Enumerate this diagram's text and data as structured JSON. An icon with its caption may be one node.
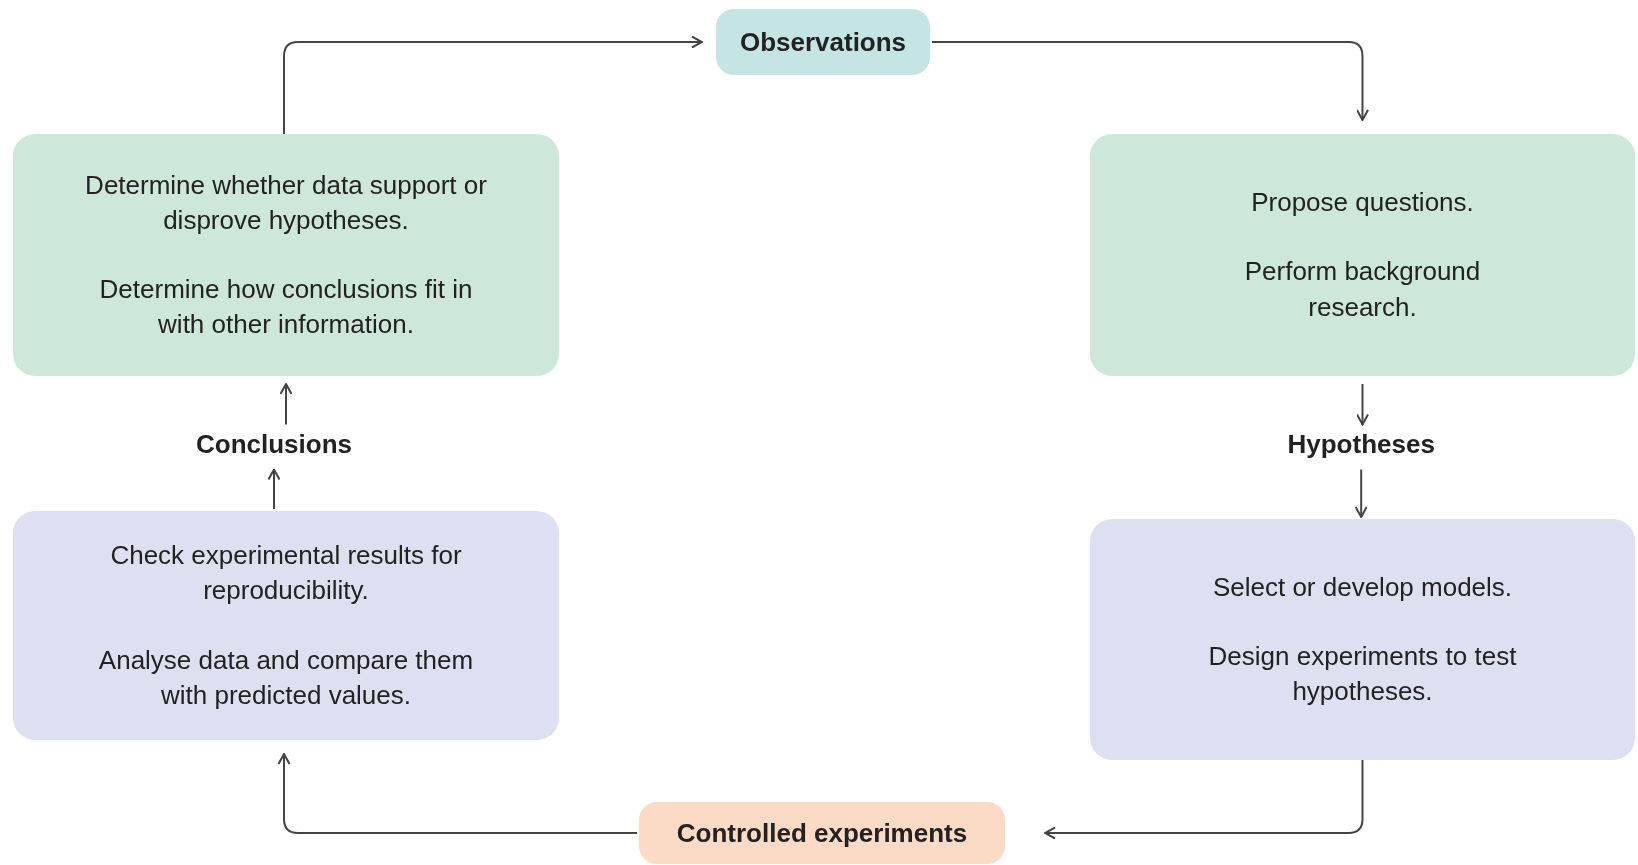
{
  "diagram": {
    "nodes": [
      {
        "text": [
          "Observations"
        ]
      },
      {
        "text": [
          "Propose questions.",
          "Perform background research."
        ]
      },
      {
        "text": [
          "Hypotheses"
        ]
      },
      {
        "text": [
          "Select or develop models.",
          "Design experiments to test hypotheses."
        ]
      },
      {
        "text": [
          "Controlled experiments"
        ]
      },
      {
        "text": [
          "Check experimental results for reproducibility.",
          "Analyse data and compare them with predicted values."
        ]
      },
      {
        "text": [
          "Conclusions"
        ]
      },
      {
        "text": [
          "Determine whether data support or disprove hypotheses.",
          "Determine how conclusions fit in with other information."
        ]
      }
    ],
    "edges": [
      {
        "from": 7,
        "to": 0,
        "arrow": "to"
      },
      {
        "from": 0,
        "to": 1,
        "arrow": "to"
      },
      {
        "from": 1,
        "to": 2,
        "arrow": "to"
      },
      {
        "from": 2,
        "to": 3,
        "arrow": "to"
      },
      {
        "from": 3,
        "to": 4,
        "arrow": "to"
      },
      {
        "from": 4,
        "to": 5,
        "arrow": "to"
      },
      {
        "from": 5,
        "to": 6,
        "arrow": "to"
      },
      {
        "from": 6,
        "to": 7,
        "arrow": "to"
      }
    ]
  }
}
